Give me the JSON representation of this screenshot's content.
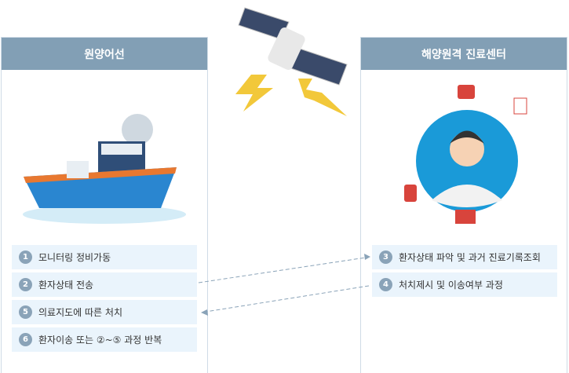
{
  "left_panel": {
    "title": "원양어선",
    "steps": [
      {
        "num": "1",
        "label": "모니터링 정비가동"
      },
      {
        "num": "2",
        "label": "환자상태 전송"
      },
      {
        "num": "5",
        "label": "의료지도에 따른 처치"
      },
      {
        "num": "6",
        "label": "환자이송 또는 ②~⑤ 과정 반복"
      }
    ]
  },
  "right_panel": {
    "title": "해양원격 진료센터",
    "steps": [
      {
        "num": "3",
        "label": "환자상태 파악 및 과거 진료기록조회"
      },
      {
        "num": "4",
        "label": "처치제시 및 이송여부 과정"
      }
    ]
  },
  "colors": {
    "header": "#829fb5",
    "item_bg": "#eaf4fc",
    "arrow": "#8aa3b8"
  }
}
